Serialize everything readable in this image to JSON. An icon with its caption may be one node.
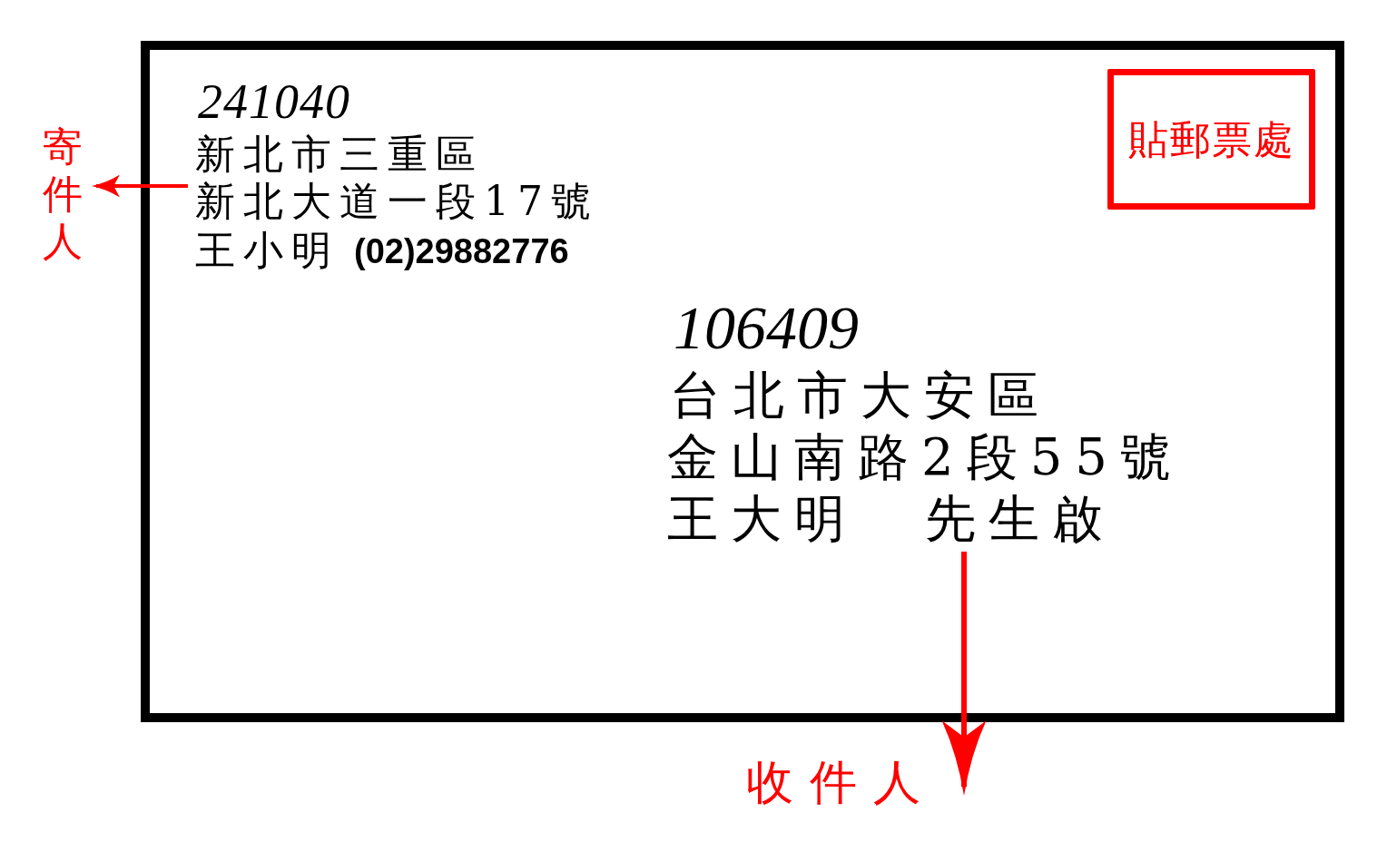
{
  "diagram": {
    "nodes": [
      {
        "text": [],
        "shape": "box"
      },
      {
        "text": [
          "241040",
          "新北市三重區",
          "新北大道一段17號",
          "王小明",
          "(02)29882776"
        ],
        "in": 0
      },
      {
        "text": [
          "貼郵票處"
        ],
        "in": 0
      },
      {
        "text": [
          "106409",
          "台北市大安區",
          "金山南路2段55號",
          "王大明 先生啟"
        ],
        "in": 0
      },
      {
        "text": [
          "寄件人"
        ]
      },
      {
        "text": [
          "收件人"
        ]
      }
    ],
    "edges": [
      {
        "from": 1,
        "to": 4,
        "arrow": "to"
      },
      {
        "from": 3,
        "to": 5,
        "arrow": "to"
      }
    ]
  }
}
